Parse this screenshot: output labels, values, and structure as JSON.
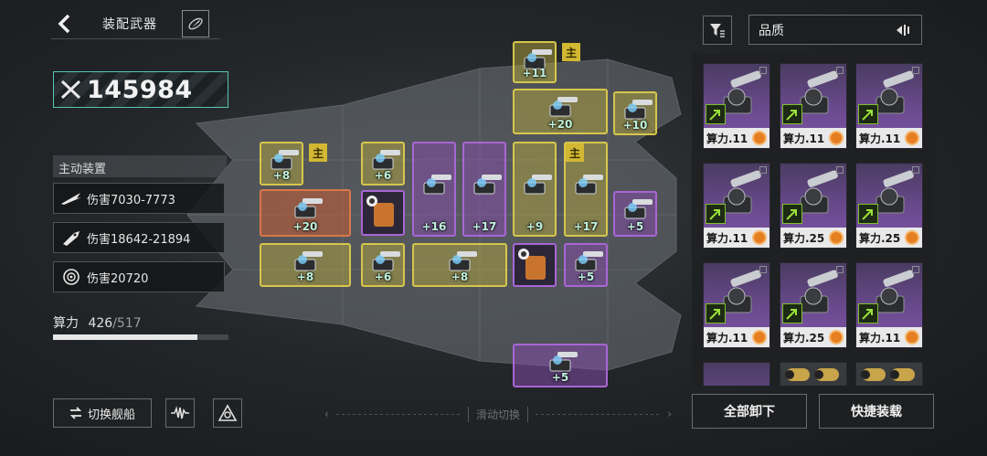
{
  "header": {
    "title": "装配武器"
  },
  "power": {
    "value": "145984"
  },
  "active_devices": {
    "title": "主动装置",
    "items": [
      {
        "icon": "missile-trail-icon",
        "text": "伤害7030-7773"
      },
      {
        "icon": "rocket-icon",
        "text": "伤害18642-21894"
      },
      {
        "icon": "target-icon",
        "text": "伤害20720"
      }
    ]
  },
  "compute": {
    "label": "算力",
    "used": "426",
    "separator": "/",
    "total": "517",
    "fraction": 0.824
  },
  "buttons": {
    "switch_ship": "切换舰船",
    "unload_all": "全部卸下",
    "quick_equip": "快捷装载"
  },
  "swipe_hint": "滑动切换",
  "filter": {
    "quality": "品质"
  },
  "main_tag": "主",
  "slots": [
    {
      "id": "s1",
      "level": "+8",
      "color": "yellow",
      "main": true
    },
    {
      "id": "s2",
      "level": "+20",
      "color": "orange"
    },
    {
      "id": "s3",
      "level": "+8",
      "color": "yellow"
    },
    {
      "id": "s4",
      "level": "+6",
      "color": "yellow"
    },
    {
      "id": "s5",
      "level": "+6",
      "color": "yellow"
    },
    {
      "id": "s6",
      "level": "+16",
      "color": "purple"
    },
    {
      "id": "s7",
      "level": "+17",
      "color": "purple"
    },
    {
      "id": "s8",
      "level": "+8",
      "color": "yellow"
    },
    {
      "id": "s9",
      "level": "+11",
      "color": "yellow",
      "main": true
    },
    {
      "id": "s10",
      "level": "+20",
      "color": "yellow"
    },
    {
      "id": "s11",
      "level": "+9",
      "color": "yellow"
    },
    {
      "id": "s12",
      "level": "+17",
      "color": "yellow",
      "main": true
    },
    {
      "id": "s13",
      "level": "+5",
      "color": "purple"
    },
    {
      "id": "s14",
      "level": "+10",
      "color": "yellow"
    },
    {
      "id": "s15",
      "level": "+5",
      "color": "purple"
    },
    {
      "id": "s16",
      "level": "+5",
      "color": "purple"
    }
  ],
  "inventory": [
    {
      "label": "算力.11"
    },
    {
      "label": "算力.11"
    },
    {
      "label": "算力.11"
    },
    {
      "label": "算力.11"
    },
    {
      "label": "算力.25"
    },
    {
      "label": "算力.25"
    },
    {
      "label": "算力.11"
    },
    {
      "label": "算力.25"
    },
    {
      "label": "算力.11"
    }
  ]
}
